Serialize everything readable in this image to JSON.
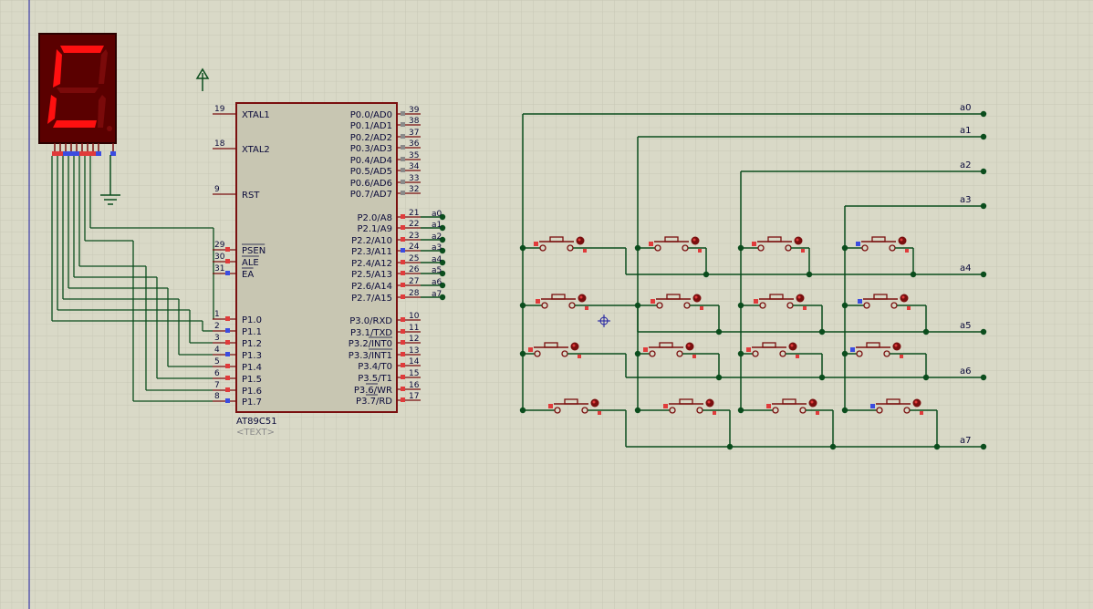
{
  "colors": {
    "background": "#d9d9c7",
    "grid": "#c7c7b5",
    "grid_major": "#bdbdaa",
    "wire": "#0b4d1d",
    "junction": "#0b4d1d",
    "component": "#7a0f0f",
    "chip_fill": "#c8c6b2",
    "pin_red": "#e03b3b",
    "pin_blue": "#3b4ce0",
    "pin_gray": "#8a8a8a",
    "text": "#0a0a3a",
    "seg_on": "#ff1010",
    "seg_off": "#5a0000",
    "seg_body": "#2a0000",
    "origin_line": "#1a1aa0"
  },
  "chip": {
    "part": "AT89C51",
    "text_placeholder": "<TEXT>",
    "left_pins": [
      {
        "num": "19",
        "name": "XTAL1"
      },
      {
        "num": "18",
        "name": "XTAL2"
      },
      {
        "num": "9",
        "name": "RST"
      },
      {
        "num": "29",
        "name": "PSEN"
      },
      {
        "num": "30",
        "name": "ALE"
      },
      {
        "num": "31",
        "name": "EA"
      },
      {
        "num": "1",
        "name": "P1.0"
      },
      {
        "num": "2",
        "name": "P1.1"
      },
      {
        "num": "3",
        "name": "P1.2"
      },
      {
        "num": "4",
        "name": "P1.3"
      },
      {
        "num": "5",
        "name": "P1.4"
      },
      {
        "num": "6",
        "name": "P1.5"
      },
      {
        "num": "7",
        "name": "P1.6"
      },
      {
        "num": "8",
        "name": "P1.7"
      }
    ],
    "right_pins": [
      {
        "num": "39",
        "name": "P0.0/AD0"
      },
      {
        "num": "38",
        "name": "P0.1/AD1"
      },
      {
        "num": "37",
        "name": "P0.2/AD2"
      },
      {
        "num": "36",
        "name": "P0.3/AD3"
      },
      {
        "num": "35",
        "name": "P0.4/AD4"
      },
      {
        "num": "34",
        "name": "P0.5/AD5"
      },
      {
        "num": "33",
        "name": "P0.6/AD6"
      },
      {
        "num": "32",
        "name": "P0.7/AD7"
      },
      {
        "num": "21",
        "name": "P2.0/A8"
      },
      {
        "num": "22",
        "name": "P2.1/A9"
      },
      {
        "num": "23",
        "name": "P2.2/A10"
      },
      {
        "num": "24",
        "name": "P2.3/A11"
      },
      {
        "num": "25",
        "name": "P2.4/A12"
      },
      {
        "num": "26",
        "name": "P2.5/A13"
      },
      {
        "num": "27",
        "name": "P2.6/A14"
      },
      {
        "num": "28",
        "name": "P2.7/A15"
      },
      {
        "num": "10",
        "name": "P3.0/RXD"
      },
      {
        "num": "11",
        "name": "P3.1/TXD"
      },
      {
        "num": "12",
        "name": "P3.2/INT0"
      },
      {
        "num": "13",
        "name": "P3.3/INT1"
      },
      {
        "num": "14",
        "name": "P3.4/T0"
      },
      {
        "num": "15",
        "name": "P3.5/T1"
      },
      {
        "num": "16",
        "name": "P3.6/WR"
      },
      {
        "num": "17",
        "name": "P3.7/RD"
      }
    ]
  },
  "net_labels": [
    "a0",
    "a1",
    "a2",
    "a3",
    "a4",
    "a5",
    "a6",
    "a7"
  ],
  "display": {
    "shown_character": "C"
  }
}
